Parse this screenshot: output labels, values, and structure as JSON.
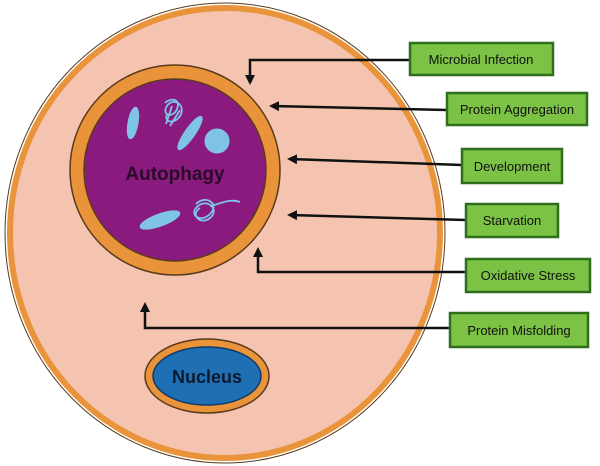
{
  "diagram": {
    "center_label": "Autophagy",
    "nucleus_label": "Nucleus",
    "triggers": [
      {
        "label": "Microbial Infection"
      },
      {
        "label": "Protein Aggregation"
      },
      {
        "label": "Development"
      },
      {
        "label": "Starvation"
      },
      {
        "label": "Oxidative Stress"
      },
      {
        "label": "Protein Misfolding"
      }
    ]
  },
  "colors": {
    "cell_fill": "#f4c4b0",
    "membrane": "#e9933b",
    "autophagosome_fill": "#8b1a7f",
    "cargo": "#7fc3e6",
    "nucleus_fill": "#1f6fb4",
    "label_fill": "#7cc245",
    "label_border": "#2e6e1c",
    "arrow": "#111111"
  }
}
